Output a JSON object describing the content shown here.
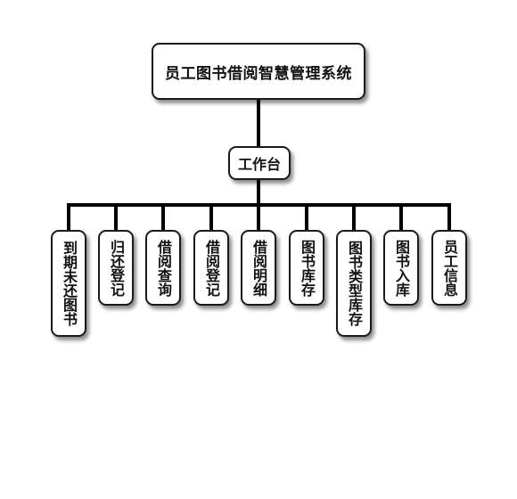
{
  "root": {
    "label": "员工图书借阅智慧管理系统"
  },
  "middle": {
    "label": "工作台"
  },
  "leaves": [
    {
      "label": "到期未还图书"
    },
    {
      "label": "归还登记"
    },
    {
      "label": "借阅查询"
    },
    {
      "label": "借阅登记"
    },
    {
      "label": "借阅明细"
    },
    {
      "label": "图书库存"
    },
    {
      "label": "图书类型库存"
    },
    {
      "label": "图书入库"
    },
    {
      "label": "员工信息"
    }
  ]
}
